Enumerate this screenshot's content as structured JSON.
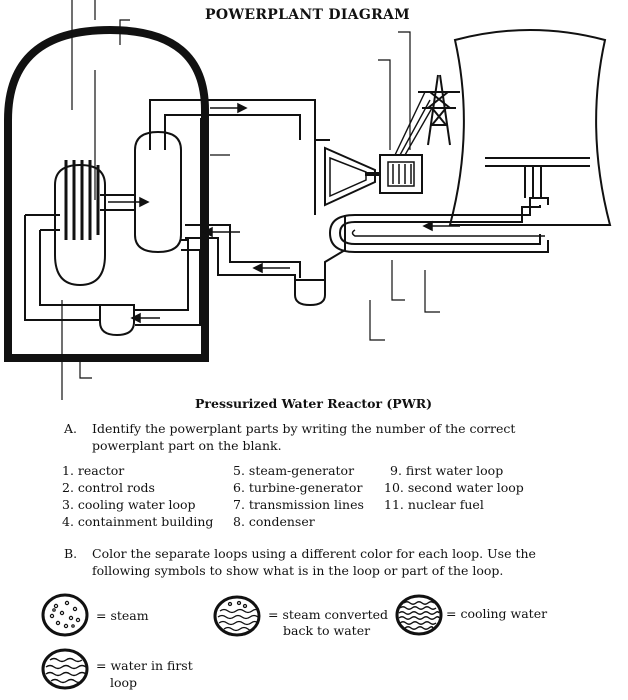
{
  "title": "POWERPLANT DIAGRAM",
  "caption": "Pressurized Water Reactor (PWR)",
  "instruction_a": {
    "letter": "A.",
    "line1": "Identify the powerplant parts by writing the number of the correct",
    "line2": "powerplant part on the blank."
  },
  "parts": [
    "1. reactor",
    "2. control rods",
    "3. cooling water loop",
    "4. containment building",
    "5. steam-generator",
    "6. turbine-generator",
    "7. transmission lines",
    "8. condenser",
    "9. first water loop",
    "10. second water loop",
    "11. nuclear fuel"
  ],
  "instruction_b": {
    "letter": "B.",
    "line1": "Color the separate loops using a different color for each loop. Use the",
    "line2": "following symbols to show what is in the loop or part of the loop."
  },
  "legend": {
    "steam": "= steam",
    "steam_converted_line1": "= steam converted",
    "steam_converted_line2": "back to water",
    "cooling_water": "= cooling water",
    "water_first_line1": "= water in first",
    "water_first_line2": "loop"
  }
}
